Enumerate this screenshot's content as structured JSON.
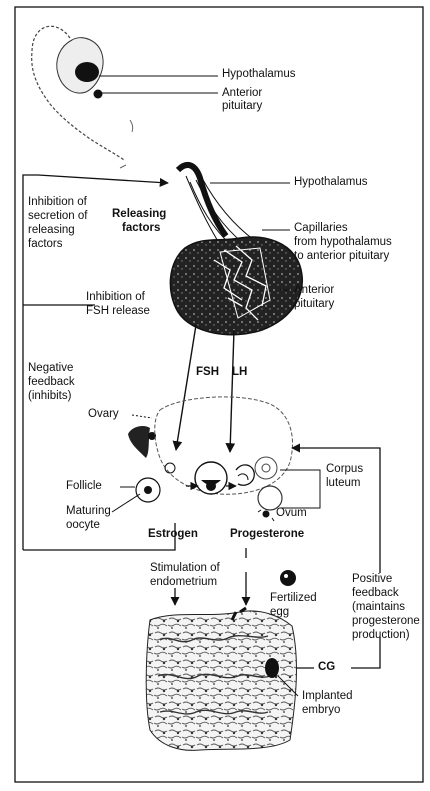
{
  "labels": {
    "hypothalamus_head": "Hypothalamus",
    "anterior_pituitary_head_1": "Anterior",
    "anterior_pituitary_head_2": "pituitary",
    "hypothalamus_main": "Hypothalamus",
    "inhibition_secretion_1": "Inhibition of",
    "inhibition_secretion_2": "secretion of",
    "inhibition_secretion_3": "releasing",
    "inhibition_secretion_4": "factors",
    "releasing_factors_1": "Releasing",
    "releasing_factors_2": "factors",
    "capillaries_1": "Capillaries",
    "capillaries_2": "from hypothalamus",
    "capillaries_3": "to anterior pituitary",
    "inhibition_fsh_1": "Inhibition of",
    "inhibition_fsh_2": "FSH release",
    "anterior_pituitary_main_1": "Anterior",
    "anterior_pituitary_main_2": "pituitary",
    "negative_feedback_1": "Negative",
    "negative_feedback_2": "feedback",
    "negative_feedback_3": "(inhibits)",
    "fsh": "FSH",
    "lh": "LH",
    "ovary": "Ovary",
    "follicle": "Follicle",
    "corpus_luteum_1": "Corpus",
    "corpus_luteum_2": "luteum",
    "maturing_oocyte_1": "Maturing",
    "maturing_oocyte_2": "oocyte",
    "ovum": "Ovum",
    "estrogen": "Estrogen",
    "progesterone": "Progesterone",
    "stimulation_1": "Stimulation of",
    "stimulation_2": "endometrium",
    "positive_feedback_1": "Positive",
    "positive_feedback_2": "feedback",
    "positive_feedback_3": "(maintains",
    "positive_feedback_4": "progesterone",
    "positive_feedback_5": "production)",
    "fertilized_egg_1": "Fertilized",
    "fertilized_egg_2": "egg",
    "cg": "CG",
    "implanted_embryo_1": "Implanted",
    "implanted_embryo_2": "embryo"
  },
  "colors": {
    "ink": "#111111",
    "background": "#ffffff"
  }
}
